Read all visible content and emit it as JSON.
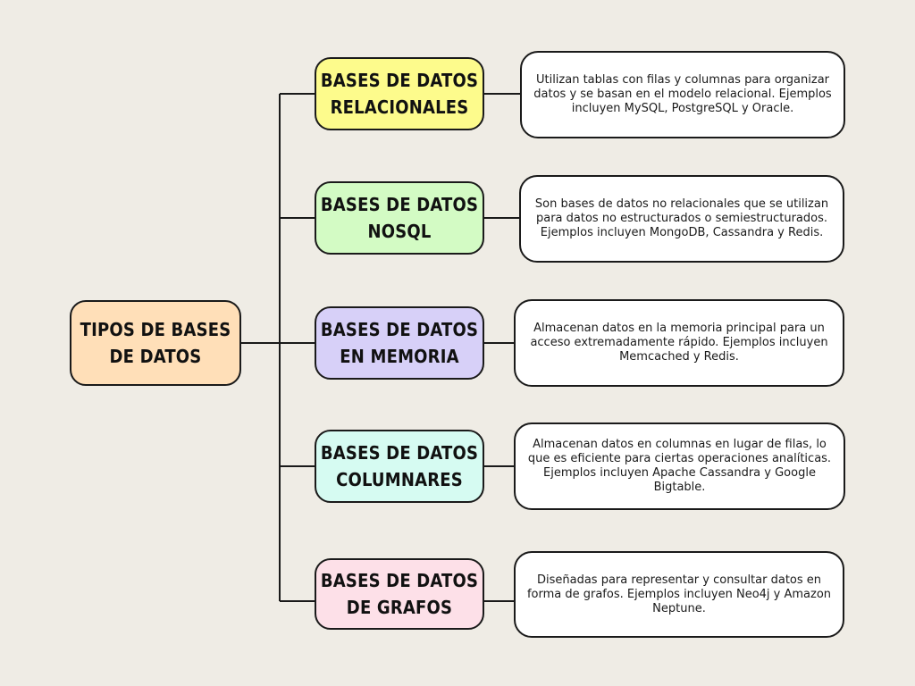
{
  "root": {
    "label": "TIPOS DE BASES\nDE DATOS",
    "color": "#ffdfb8"
  },
  "categories": [
    {
      "label": "BASES DE DATOS\nRELACIONALES",
      "color": "#fdfb8c",
      "description": "Utilizan tablas con filas y columnas para organizar datos y se basan en el modelo relacional. Ejemplos incluyen MySQL, PostgreSQL y Oracle."
    },
    {
      "label": "BASES DE DATOS\nNOSQL",
      "color": "#d3fbc4",
      "description": "Son bases de datos no relacionales que se utilizan para datos no estructurados o semiestructurados. Ejemplos incluyen MongoDB, Cassandra y Redis."
    },
    {
      "label": "BASES DE DATOS\nEN MEMORIA",
      "color": "#d7d0f8",
      "description": "Almacenan datos en la memoria principal para un acceso extremadamente rápido. Ejemplos incluyen Memcached y Redis."
    },
    {
      "label": "BASES DE DATOS\nCOLUMNARES",
      "color": "#d6fbf2",
      "description": "Almacenan datos en columnas en lugar de filas, lo que es eficiente para ciertas operaciones analíticas. Ejemplos incluyen Apache Cassandra y Google Bigtable."
    },
    {
      "label": "BASES DE DATOS\nDE GRAFOS",
      "color": "#fde0e8",
      "description": "Diseñadas para representar y consultar datos en forma de grafos. Ejemplos incluyen Neo4j y Amazon Neptune."
    }
  ]
}
